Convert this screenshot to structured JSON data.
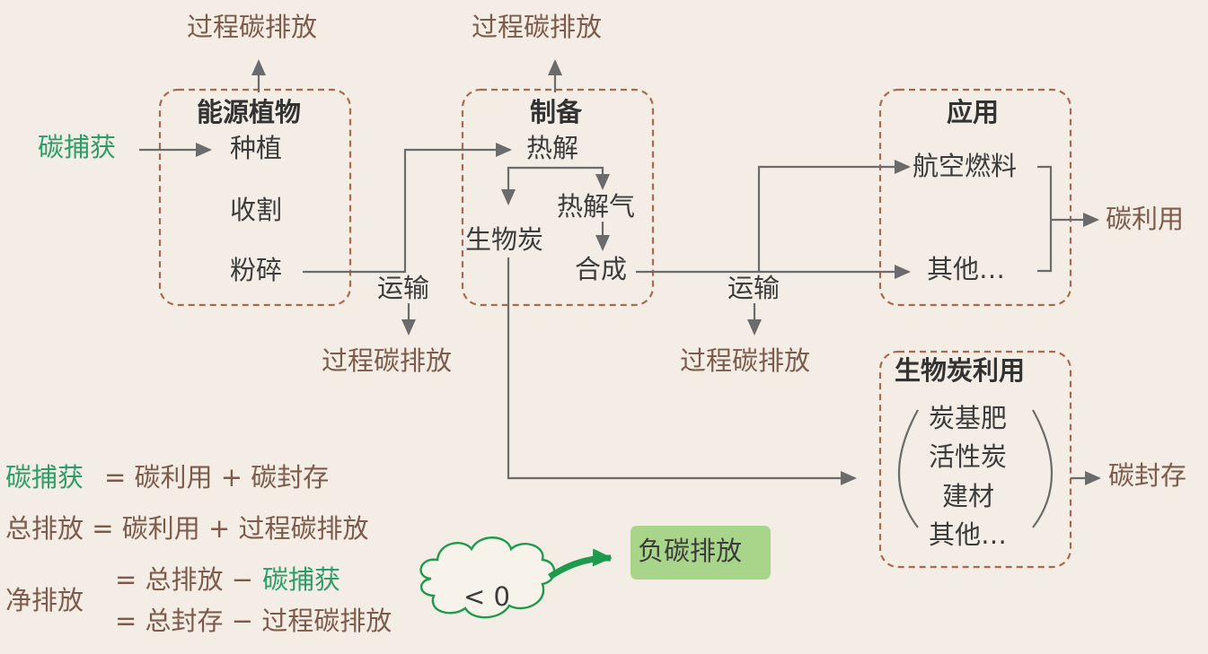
{
  "title": "生物质能碳排放流程示意",
  "labels": {
    "process_emission": "过程碳排放",
    "carbon_capture": "碳捕获",
    "transport": "运输",
    "carbon_utilization": "碳利用",
    "carbon_storage": "碳封存"
  },
  "energy_crops": {
    "title": "能源植物",
    "steps": [
      "种植",
      "收割",
      "粉碎"
    ]
  },
  "preparation": {
    "title": "制备",
    "pyrolysis": "热解",
    "pyrolysis_gas": "热解气",
    "biochar": "生物炭",
    "synthesis": "合成"
  },
  "application": {
    "title": "应用",
    "aviation_fuel": "航空燃料",
    "others": "其他…"
  },
  "biochar_use": {
    "title": "生物炭利用",
    "items": [
      "炭基肥",
      "活性炭",
      "建材",
      "其他…"
    ]
  },
  "equations": {
    "eq1_left": "碳捕获",
    "eq1_right": "= 碳利用 + 碳封存",
    "eq2": "总排放 = 碳利用 + 过程碳排放",
    "net_label": "净排放",
    "net_line1_a": "= 总排放 −",
    "net_line1_b": "碳捕获",
    "net_line2": "= 总封存 − 过程碳排放"
  },
  "cloud_text": "< 0",
  "negative_emission": "负碳排放",
  "colors": {
    "background": "#f3ede5",
    "box_border": "#a86a4e",
    "arrow": "#6b6b6b",
    "green_text": "#2c9d67",
    "green_box": "#a9d58a",
    "brown_text": "#7d5a4a"
  }
}
